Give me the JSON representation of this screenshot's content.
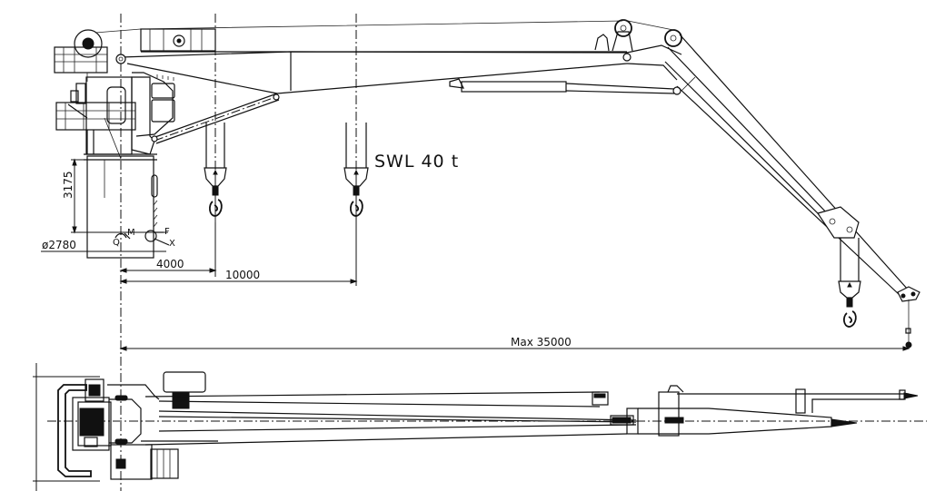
{
  "drawing": {
    "title": "Knuckle boom crane general arrangement",
    "views": [
      "side-elevation",
      "plan-view"
    ]
  },
  "annotations": {
    "swl": "SWL  40  t",
    "pedestal_height": "3175",
    "pedestal_diameter": "ø2780",
    "radius_min": "4000",
    "radius_mid": "10000",
    "radius_max": "Max  35000"
  },
  "load_symbols": {
    "moment": "M",
    "shear": "Q",
    "force": "F",
    "axis": "X"
  },
  "colors": {
    "line": "#111111",
    "background": "#ffffff"
  }
}
